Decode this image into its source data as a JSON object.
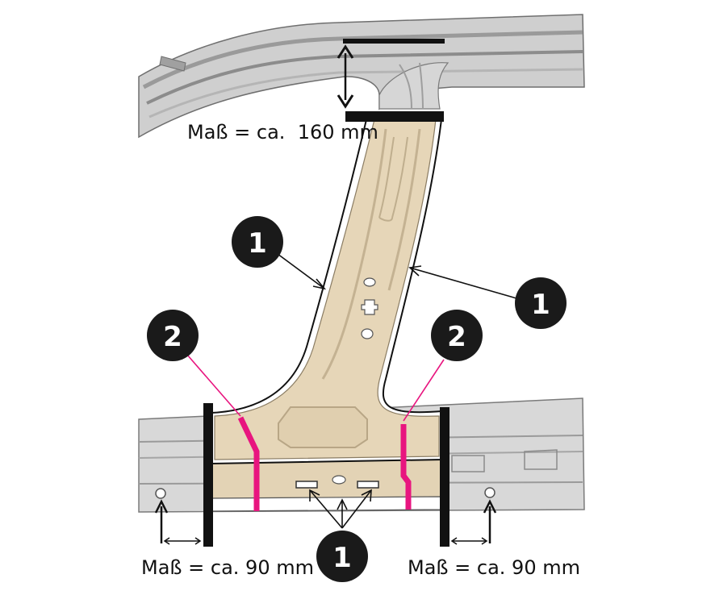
{
  "diagram": {
    "measurements": {
      "top": "Maß = ca.  160 mm",
      "bottom_left": "Maß = ca. 90 mm",
      "bottom_right": "Maß = ca. 90 mm"
    },
    "callouts": {
      "one": "1",
      "two": "2"
    },
    "colors": {
      "accent": "#e8157f",
      "badge": "#1a1a1a",
      "pillar_fill": "#e6d6b8",
      "roof_fill": "#cfcfcf",
      "sill_fill": "#d8d8d8"
    }
  }
}
